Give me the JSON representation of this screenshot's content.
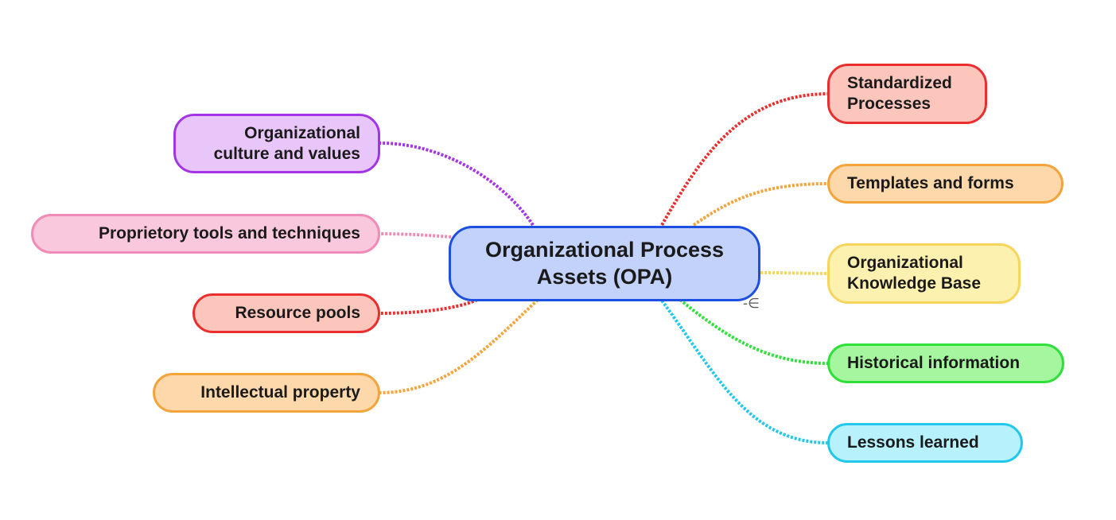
{
  "center": {
    "label": "Organizational Process\nAssets (OPA)",
    "fill": "#c3d2fb",
    "border": "#1d4fe0"
  },
  "left_nodes": [
    {
      "id": "culture",
      "label": "Organizational\nculture and values",
      "fill": "#e9c6fa",
      "border": "#a335e6"
    },
    {
      "id": "proprietary",
      "label": "Proprietory  tools and techniques",
      "fill": "#fac8dd",
      "border": "#f08bb8"
    },
    {
      "id": "resource",
      "label": "Resource pools",
      "fill": "#fcc6bd",
      "border": "#ea2e2e"
    },
    {
      "id": "ip",
      "label": "Intellectual property",
      "fill": "#fdd8ab",
      "border": "#f3a43b"
    }
  ],
  "right_nodes": [
    {
      "id": "standardized",
      "label": "Standardized\nProcesses",
      "fill": "#fcc6bd",
      "border": "#ea2e2e"
    },
    {
      "id": "templates",
      "label": "Templates and forms",
      "fill": "#fdd8ab",
      "border": "#f3a43b"
    },
    {
      "id": "knowledge",
      "label": "Organizational\nKnowledge Base",
      "fill": "#fdf1b0",
      "border": "#f7d55c"
    },
    {
      "id": "historical",
      "label": "Historical information",
      "fill": "#a6f6a0",
      "border": "#2fe03a"
    },
    {
      "id": "lessons",
      "label": "Lessons learned",
      "fill": "#b6f1fc",
      "border": "#22c8ec"
    }
  ],
  "collapse_glyph": "-∈"
}
